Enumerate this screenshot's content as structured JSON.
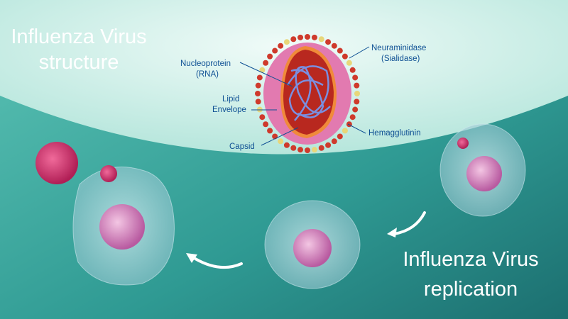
{
  "structure_title": {
    "line1": "Influenza Virus",
    "line2": "structure"
  },
  "replication_title": {
    "line1": "Influenza Virus",
    "line2": "replication"
  },
  "labels": {
    "nucleoprotein": "Nucleoprotein",
    "nucleoprotein_sub": "(RNA)",
    "lipid": "Lipid",
    "envelope": "Envelope",
    "capsid": "Capsid",
    "neuraminidase": "Neuraminidase",
    "neuraminidase_sub": "(Sialidase)",
    "hemagglutinin": "Hemagglutinin"
  },
  "colors": {
    "label": "#0d4f93",
    "top_bg": "#dff5f0",
    "bottom_bg": "#2a8f8a",
    "virus": "#c9303a",
    "membrane": "#e06aa8",
    "rna": "#7a8fe0"
  }
}
